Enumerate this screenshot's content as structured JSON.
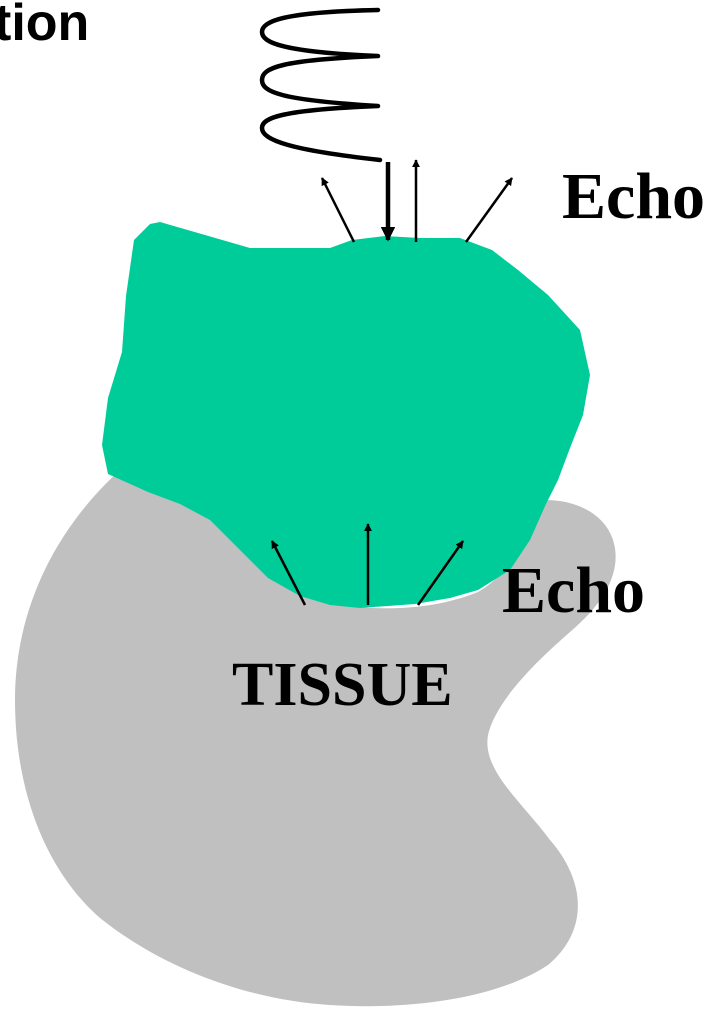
{
  "slide": {
    "title_fragment": "tion"
  },
  "labels": {
    "echo_top": "Echo",
    "echo_bottom": "Echo",
    "tissue": "TISSUE"
  },
  "colors": {
    "tissue_fill": "#c0c0c0",
    "object_fill": "#00cc99",
    "arrow": "#000000",
    "text": "#000000"
  },
  "icons": {
    "wave": "ultrasound-wave-icon",
    "arrow": "arrow-icon"
  }
}
